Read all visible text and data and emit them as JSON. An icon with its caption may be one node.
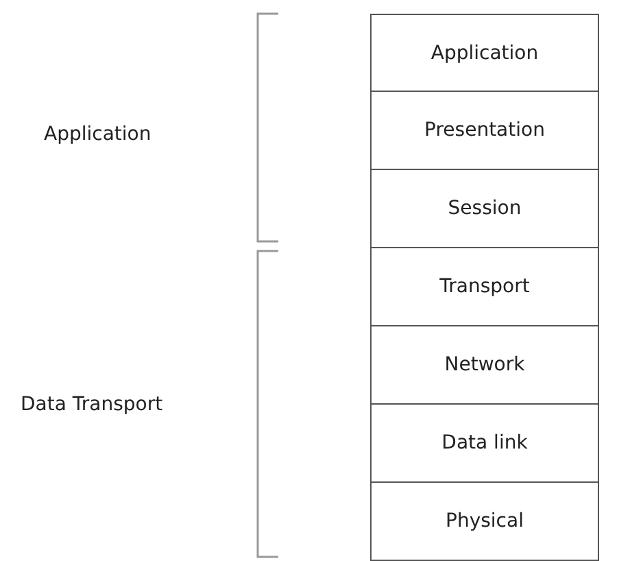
{
  "diagram": {
    "nodes": [
      {
        "text": [
          "Application"
        ]
      },
      {
        "text": [
          "Presentation"
        ]
      },
      {
        "text": [
          "Session"
        ]
      },
      {
        "text": [
          "Transport"
        ]
      },
      {
        "text": [
          "Network"
        ]
      },
      {
        "text": [
          "Data link"
        ]
      },
      {
        "text": [
          "Physical"
        ]
      }
    ],
    "labels": [
      "Application",
      "Data Transport"
    ]
  }
}
